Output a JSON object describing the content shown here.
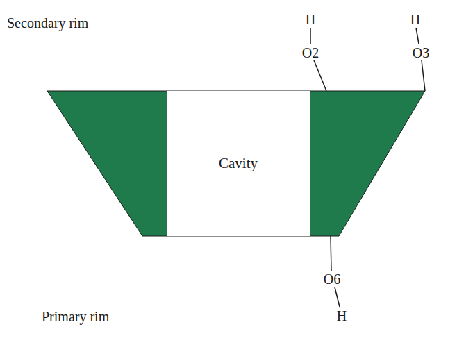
{
  "diagram": {
    "nodes": [
      {
        "text": [
          "Cavity"
        ]
      }
    ],
    "labels": [
      "Secondary rim",
      "H",
      "O2",
      "H",
      "O3",
      "Primary rim",
      "O6",
      "H"
    ]
  }
}
